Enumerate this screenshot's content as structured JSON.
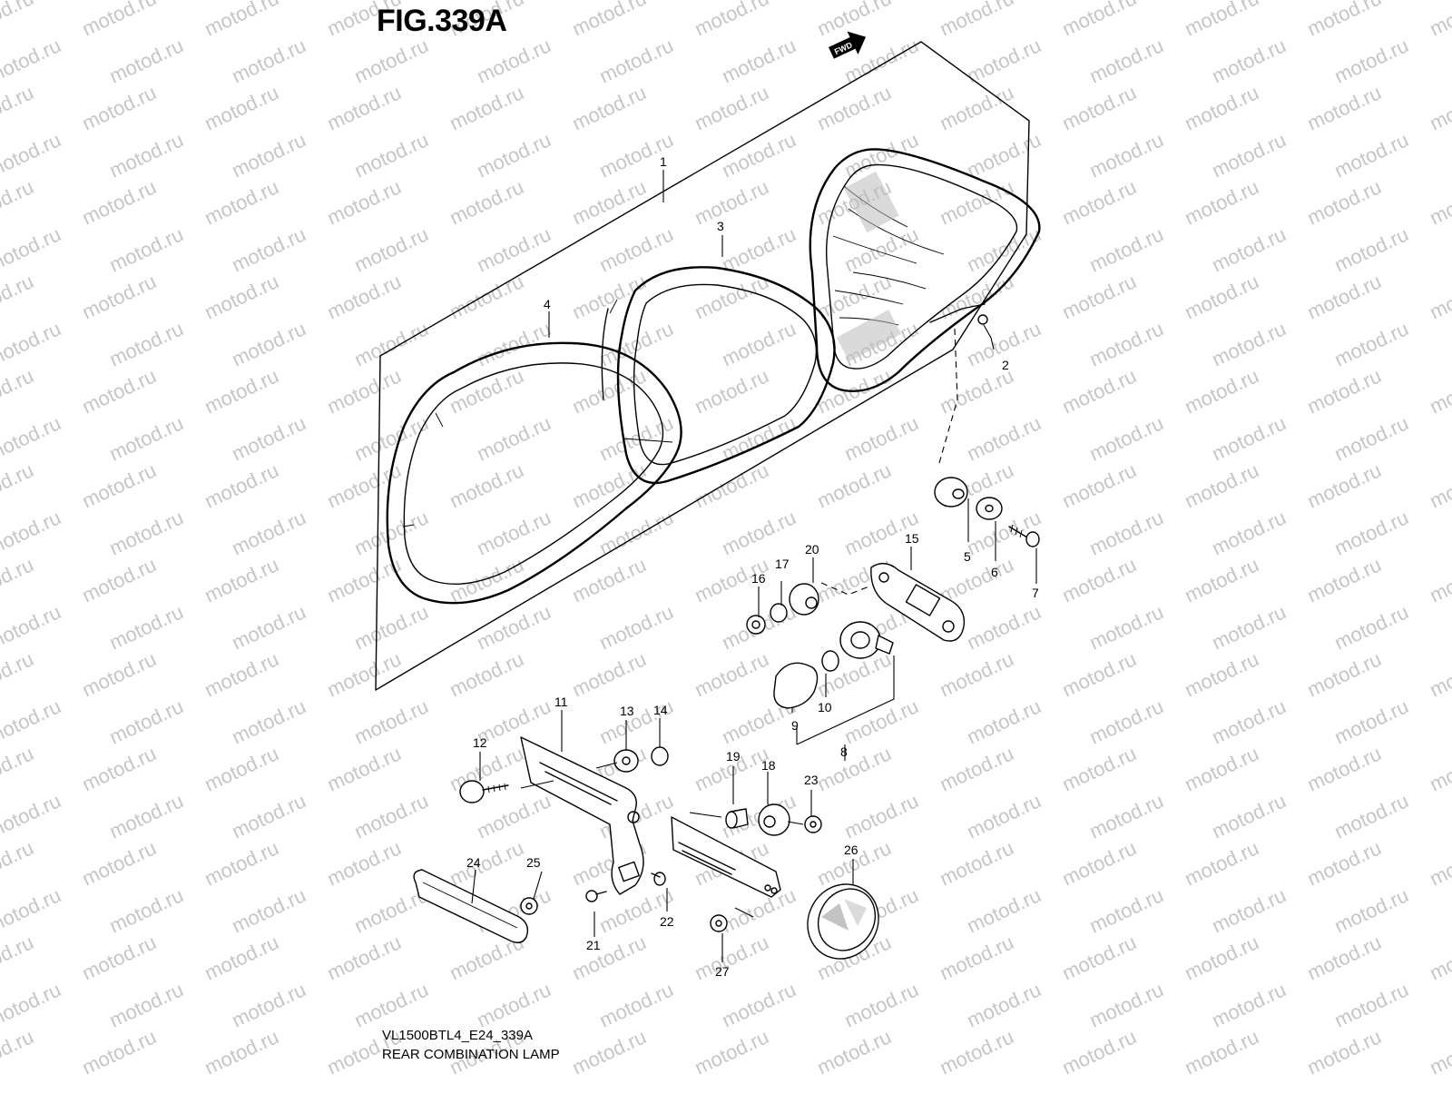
{
  "figure": {
    "title": "FIG.339A",
    "drawing_code": "VL1500BTL4_E24_339A",
    "caption": "REAR COMBINATION LAMP",
    "fwd_label": "FWD",
    "watermark": "motod.ru"
  },
  "callouts": [
    {
      "id": "c1",
      "label": "1"
    },
    {
      "id": "c2",
      "label": "2"
    },
    {
      "id": "c3",
      "label": "3"
    },
    {
      "id": "c4",
      "label": "4"
    },
    {
      "id": "c5",
      "label": "5"
    },
    {
      "id": "c6",
      "label": "6"
    },
    {
      "id": "c7",
      "label": "7"
    },
    {
      "id": "c8",
      "label": "8"
    },
    {
      "id": "c9",
      "label": "9"
    },
    {
      "id": "c10",
      "label": "10"
    },
    {
      "id": "c11",
      "label": "11"
    },
    {
      "id": "c12",
      "label": "12"
    },
    {
      "id": "c13",
      "label": "13"
    },
    {
      "id": "c14",
      "label": "14"
    },
    {
      "id": "c15",
      "label": "15"
    },
    {
      "id": "c16",
      "label": "16"
    },
    {
      "id": "c17",
      "label": "17"
    },
    {
      "id": "c18",
      "label": "18"
    },
    {
      "id": "c19",
      "label": "19"
    },
    {
      "id": "c20",
      "label": "20"
    },
    {
      "id": "c21",
      "label": "21"
    },
    {
      "id": "c22",
      "label": "22"
    },
    {
      "id": "c23",
      "label": "23"
    },
    {
      "id": "c24",
      "label": "24"
    },
    {
      "id": "c25",
      "label": "25"
    },
    {
      "id": "c26",
      "label": "26"
    },
    {
      "id": "c27",
      "label": "27"
    }
  ]
}
